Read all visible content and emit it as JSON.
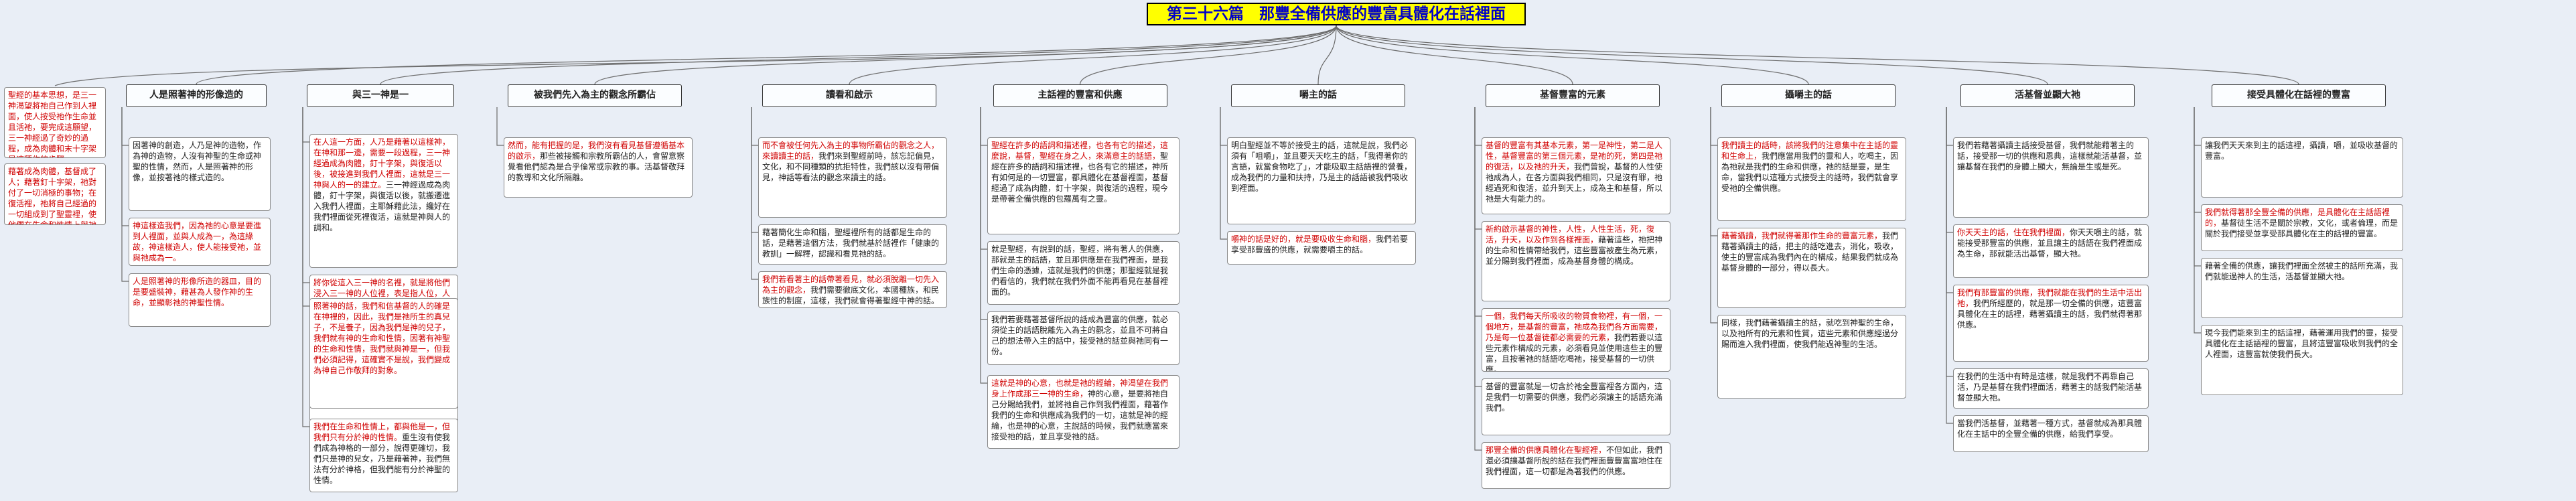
{
  "title": "第三十六篇　那豐全備供應的豐富具體化在話裡面",
  "intro": [
    {
      "red": "聖經的基本思想，是三一神渴望將祂自己作到人裡面，使人按受祂作生命並且活祂，要完成這願望，三一神經過了奇妙的過程，成為肉體和末十字架是這種作的步驟。",
      "plain": ""
    },
    {
      "red": "藉著成為肉體，基督成了人；藉著釘十字架，祂對付了一切消極的事物；在復活裡，祂將自己經過的一切組成到了聖靈裡，使他們在生命和性情上與祂成為一。",
      "plain": ""
    }
  ],
  "columns": [
    {
      "header": "人是照著神的形像造的",
      "notes": [
        {
          "red": "",
          "plain": "因著神的創造，人乃是神的造物，作為神的造物，人沒有神聖的生命或神聖的性情，然而，人是照著神的形像，並按著祂的樣式造的。"
        },
        {
          "red": "神這樣造我們，因為祂的心意是要進到人裡面，並與人成為一，為這緣故，神這樣造人，使人能接受祂，並與祂成為一。",
          "plain": ""
        },
        {
          "red": "人是照著神的形像所造的器皿，目的是要盛裝神，藉甚為人發作神的生命，並顯彰祂的神聖性情。",
          "plain": ""
        }
      ]
    },
    {
      "header": "與三一神是一",
      "notes": [
        {
          "red": "在人這一方面，人乃是藉著以這樣神，在神和那一邊，需要一段過程，三一神經過成為肉體，釘十字架，與復活以後，被接進到我們人裡面，這就是三一神與人的一的建立。",
          "plain": "三一神經過成為肉體，釘十字架，與復活以後，就搬遷進入我們人裡面，主耶穌藉此法，纔好在我們裡面從死裡復活，這就是神與人的調和。"
        },
        {
          "red": "將你從這入三一神的名裡，就是將他們浸入三一神的人位裡，表是指人位，人位乃是在的實際，將信從這人基督裡，與將他們浸入三一神的人位裡是同樣的，那是相信基督並浸入祂裡面的人，就在生命和性情上與三一神成為一。",
          "plain": ""
        },
        {
          "red": "照著神的話，我們和信基督的人的確是在神裡的，因此，我們是祂所生的真兒子，不是養子，因為我們是神的兒子，我們就有神的生命和性情，因著有神聖的生命和性情，我們就與神是一，但我們必須記得，這確實不是說，我們變成為神自己作敬拜的對象。",
          "plain": ""
        },
        {
          "red": "我們在生命和性情上，都與他是一，但我們只有分於神的性情。",
          "plain": "重生沒有使我們成為神格的一部分，說得更確切，我們只是神的兒女，乃是藉著神，我們無法有分於神格，但我們能有分於神聖的性情。"
        }
      ]
    },
    {
      "header": "被我們先入為主的觀念所霸佔",
      "notes": [
        {
          "red": "然而，能有把握的是，我們沒有看見基督遵循基本的啟示，",
          "plain": "那些被接觸和宗教所霸佔的人，會留意察覺看他們認為是合乎倫常或宗教的事。活基督敬拜的教導和文化所隔離。"
        }
      ]
    },
    {
      "header": "讀看和啟示",
      "notes": [
        {
          "red": "而不會被任何先入為主的事物所霸佔的觀念之人，來讀讀主的話，",
          "plain": "我們來到聖經前時，該忘記偏見，文化，和不同種類的抗拒特性，我們該以沒有帶偏見，神話等看法的觀念來讀主的話。"
        },
        {
          "red": "",
          "plain": "藉著簡化生命和腦，聖經裡所有的話都是生命的話，是藉著這個方法，我們就基於話裡作「健康的教訓」一解釋，認識和看見祂的話。"
        },
        {
          "red": "我們若看著主的話帶著看見，就必須脫離一切先入為主的觀念，",
          "plain": "我們需要徹底文化，本國種族，和民族性的制度，這樣，我們就會得著聖經中神的話。"
        }
      ]
    },
    {
      "header": "主話裡的豐富和供應",
      "notes": [
        {
          "red": "聖經在許多的語詞和描述裡，也各有它的描述，這麼說，基督，聖經在身之人，來滿意主的話語，",
          "plain": "聖經在許多的語詞和描述裡，也各有它的描述，神所有如何是的一切豐富，都具體化在基督裡面，基督經過了成為肉體，釘十字架，與復活的過程，現今是帶著全備供應的包羅萬有之靈。"
        },
        {
          "red": "",
          "plain": "就是聖經，有說到的話，聖經，將有著人的供應，那就是主的話語，並且那供應是在我們裡面，是我們生命的憑據，這就是我們的供應；那聖經就是我們看信的，我們就在我們外面不能再看見在基督裡面的。"
        },
        {
          "red": "",
          "plain": "我們若要藉著基督所說的話成為豐富的供應，就必須從主的話語脫離先入為主的觀念，並且不可將自己的想法帶入主的話中，接受祂的話並與祂同有一份。"
        },
        {
          "red": "這就是神的心意，也就是祂的經綸，神渴望在我們身上作成那三一神的生命，",
          "plain": "神的心意，是要將祂自己分賜給我們，並將祂自己作到我們裡面，藉著作我們的生命和供應成為我們的一切，這就是神的經綸，也是神的心意，主說話的時候，我們就應當來接受祂的話，並且享受祂的話。"
        }
      ]
    },
    {
      "header": "嚼主的話",
      "notes": [
        {
          "red": "",
          "plain": "明白聖經並不等於接受主的話，這就是說，我們必須有「咀嚼」，並且要天天吃主的話，「我得著你的言語，就當食物吃了」，才能吸取主話語裡的營養，成為我們的力量和扶持，乃是主的話語被我們吸收到裡面。"
        },
        {
          "red": "嚼神的話是好的，就是要吸收生命和腦，",
          "plain": "我們若要享受那豐盛的供應，就需要嚼主的話。"
        }
      ]
    },
    {
      "header": "基督豐富的元素",
      "notes": [
        {
          "red": "基督的豐富有其基本元素，第一是神性，第二是人性，基督豐富的第三個元素，是祂的死，第四是祂的復活，以及祂的升天，",
          "plain": "我們曾說，基督的人性使祂成為人，在各方面與我們相同，只是沒有罪，祂經過死和復活，並升到天上，成為主和基督，所以祂是大有能力的。"
        },
        {
          "red": "新約啟示基督的神性，人性，人性生活，死，復活，升天，以及作到各樣裡面，",
          "plain": "藉著這些，祂把神的生命和性情帶給我們，這些豐富被產生為元素，並分賜到我們裡面，成為基督身體的構成。"
        },
        {
          "red": "一個，我們每天所吸收的物質食物裡，有一個，一個地方，是基督的豐富，祂成為我們各方面需要，乃是每一位基督徒都必需要的元素，",
          "plain": "我們若要以這些元素作構成的元素，必須看見並使用這些主的豐富，且按著祂的話語吃喝祂，接受基督的一切供應。"
        },
        {
          "red": "",
          "plain": "基督的豐富就是一切含於祂全豐富裡各方面內，這是我們一切需要的供應，我們必須讓主的話語充滿我們。"
        },
        {
          "red": "那豐全備的供應具體化在聖經裡，",
          "plain": "不但如此，我們還必須讓基督所說的話在我們裡面豐豐富富地住在我們裡面，這一切都是為著我們的供應。"
        }
      ]
    },
    {
      "header": "攝嚼主的話",
      "notes": [
        {
          "red": "我們讀主的話時，該將我們的注意集中在主話的靈和生命上，",
          "plain": "我們應當用我們的靈和人，吃喝主，因為祂就是我們的生命和供應，祂的話是靈，是生命，當我們以這種方式接受主的話時，我們就會享受祂的全備供應。"
        },
        {
          "red": "藉著攝讀，我們就得著那作生命的豐富元素，",
          "plain": "我們藉著攝讀主的話，把主的話吃進去，消化，吸收，使主的豐富成為我們內在的構成，結果我們就成為基督身體的一部分，得以長大。"
        },
        {
          "red": "",
          "plain": "同樣，我們藉著攝讀主的話，就吃到神聖的生命，以及祂所有的元素和性質，這些元素和供應經過分賜而進入我們裡面，使我們能過神聖的生活。"
        }
      ]
    },
    {
      "header": "活基督並顯大祂",
      "notes": [
        {
          "red": "",
          "plain": "我們若藉著攝讀主話接受基督，我們就能藉著主的話，接受那一切的供應和恩典，這樣就能活基督，並讓基督在我們的身體上顯大，無論是生或是死。"
        },
        {
          "red": "你天天主的話，住在我們裡面，",
          "plain": "你天天嚼主的話，就能接受那豐富的供應，並且讓主的話語在我們裡面成為生命，那就能活出基督，顯大祂。"
        },
        {
          "red": "我們有那豐富的供應，我們就能在我們的生活中活出祂，",
          "plain": "我們所經歷的，就是那一切全備的供應，這豐富具體化在主的話裡，藉著攝讀主的話，我們就得著那供應。"
        },
        {
          "red": "",
          "plain": "在我們的生活中有時是這樣，就是我們不再靠自己活，乃是基督在我們裡面活，藉著主的話我們能活基督並顯大祂。"
        },
        {
          "red": "",
          "plain": "當我們活基督，並藉著一種方式，基督就成為那具體化在主話中的全豐全備的供應，給我們享受。"
        }
      ]
    },
    {
      "header": "接受具體化在話裡的豐富",
      "notes": [
        {
          "red": "",
          "plain": "讓我們天天來到主的話這裡，攝讀，嚼，並吸收基督的豐富。"
        },
        {
          "red": "我們就得著那全豐全備的供應，是具體化在主話語裡的，",
          "plain": "基督徒生活不是關於宗教，文化，或者倫理，而是關於我們接受並享受那具體化在主的話裡的豐富。"
        },
        {
          "red": "",
          "plain": "藉著全備的供應，讓我們裡面全然被主的話所充滿，我們就能過神人的生活，活基督並顯大祂。"
        },
        {
          "red": "",
          "plain": "現今我們能來到主的話這裡，藉著運用我們的靈，接受具體化在主話語裡的豐富，且將這豐富吸收到我們的全人裡面，這豐富就使我們長大。"
        }
      ]
    }
  ]
}
